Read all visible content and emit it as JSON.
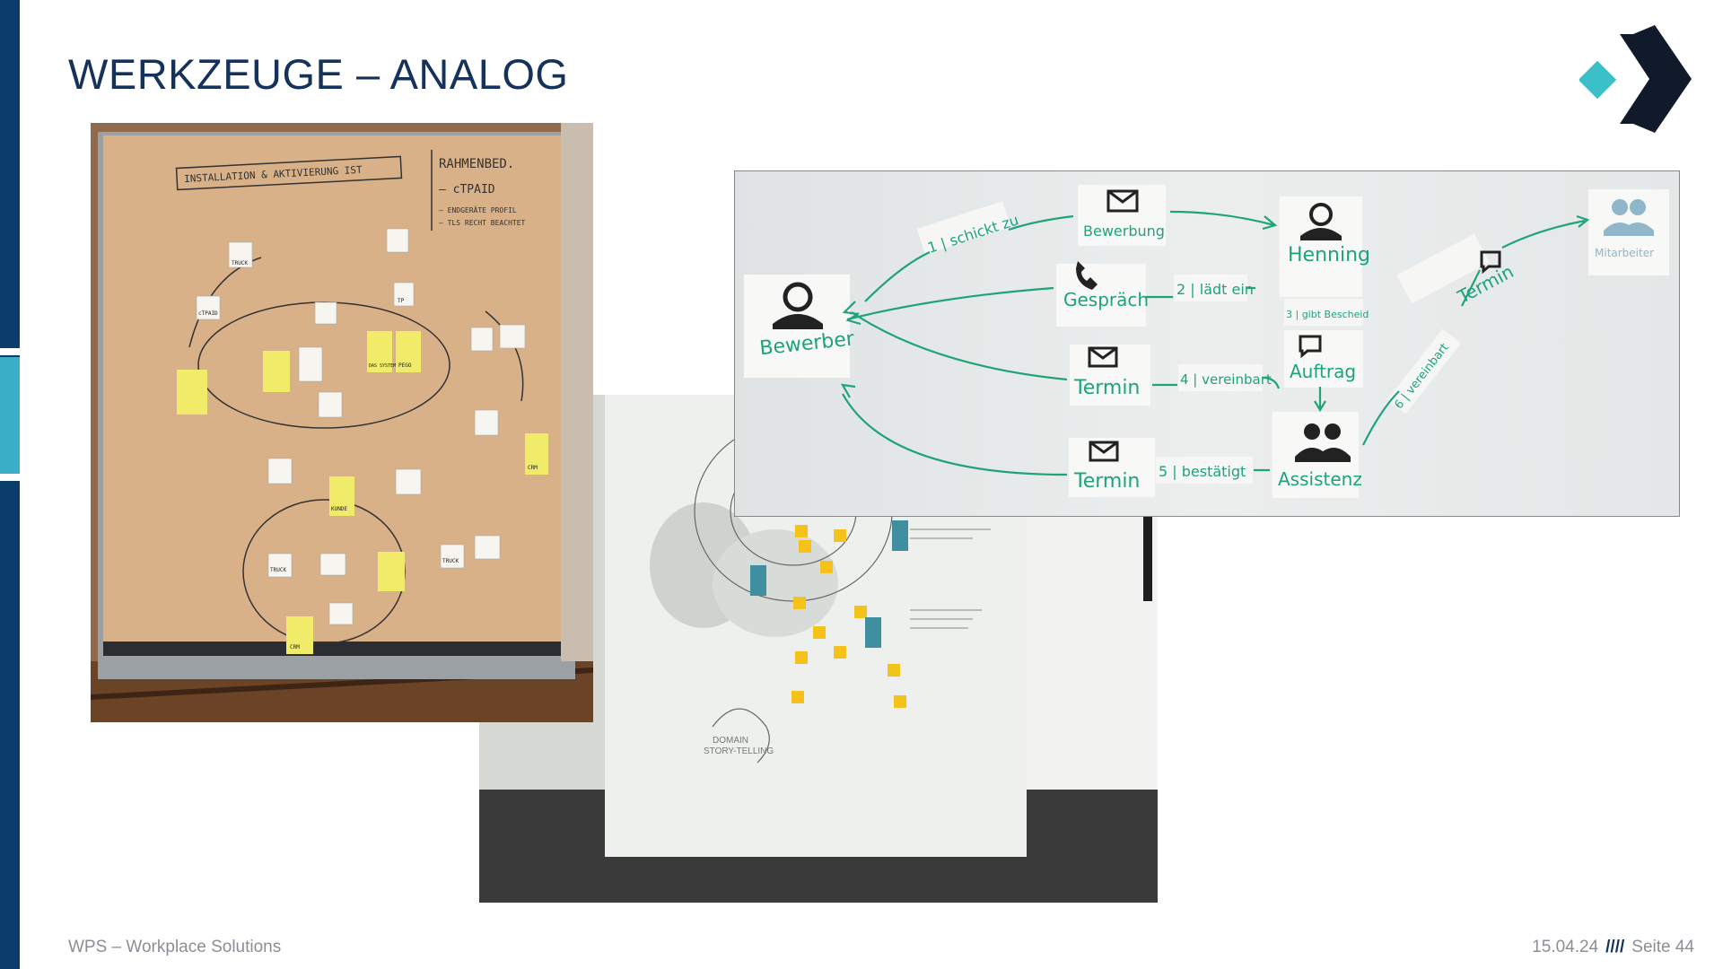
{
  "slide": {
    "title": "WERKZEUGE – ANALOG",
    "footer_left": "WPS – Workplace Solutions",
    "date": "15.04.24",
    "separator": "////",
    "page_label": "Seite 44"
  },
  "colors": {
    "sidebar": "#0b3d6b",
    "sidebar_accent": "#3aaec4",
    "title": "#14325a",
    "logo_dark": "#111a2b",
    "logo_teal": "#3bc0c9",
    "marker_green": "#1ea37a"
  },
  "photo_brown_board": {
    "header_note": "INSTALLATION & AKTIVIERUNG IST",
    "side_note_lines": [
      "RAHMENBED.",
      "– cTPAID",
      "– ENDGERÄTE PROFIL",
      "– TLS RECHT BEACHTET"
    ],
    "cards": [
      "TRUCK",
      "cTPAID",
      "TP",
      "DAS SYSTEM",
      "PEGO",
      "KUNDE",
      "CRM",
      "TRUCK",
      "CRM",
      "TRUCK"
    ]
  },
  "photo_whiteboard_sticky": {
    "caption_lines": [
      "DOMAIN",
      "STORY-TELLING"
    ]
  },
  "photo_whiteboard_flow": {
    "actors": {
      "bewerber": "Bewerber",
      "henning": "Henning",
      "assistenz": "Assistenz",
      "mitarbeiter": "Mitarbeiter"
    },
    "work_objects": {
      "bewerbung": "Bewerbung",
      "gespraech": "Gespräch",
      "termin_1": "Termin",
      "termin_2": "Termin",
      "auftrag": "Auftrag",
      "termin_3": "Termin"
    },
    "steps": {
      "s1": "1 | schickt zu",
      "s2": "2 | lädt ein",
      "s3": "3 | gibt Bescheid",
      "s4": "4 | vereinbart",
      "s5": "5 | bestätigt",
      "s6": "6 | vereinbart"
    }
  }
}
